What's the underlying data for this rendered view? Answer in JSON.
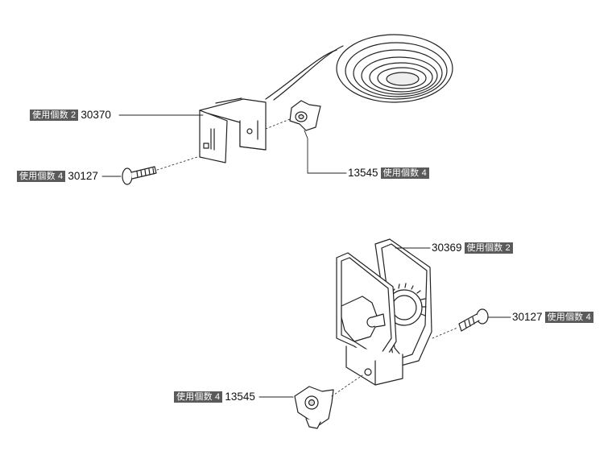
{
  "callouts": {
    "bracket_top": {
      "label": "使用個数 2",
      "part": "30370"
    },
    "bolt_top": {
      "label": "使用個数 4",
      "part": "30127"
    },
    "knob_top": {
      "part": "13545",
      "label": "使用個数 4"
    },
    "housing": {
      "part": "30369",
      "label": "使用個数 2"
    },
    "bolt_bottom": {
      "part": "30127",
      "label": "使用個数 4"
    },
    "knob_bottom": {
      "label": "使用個数 4",
      "part": "13545"
    }
  }
}
